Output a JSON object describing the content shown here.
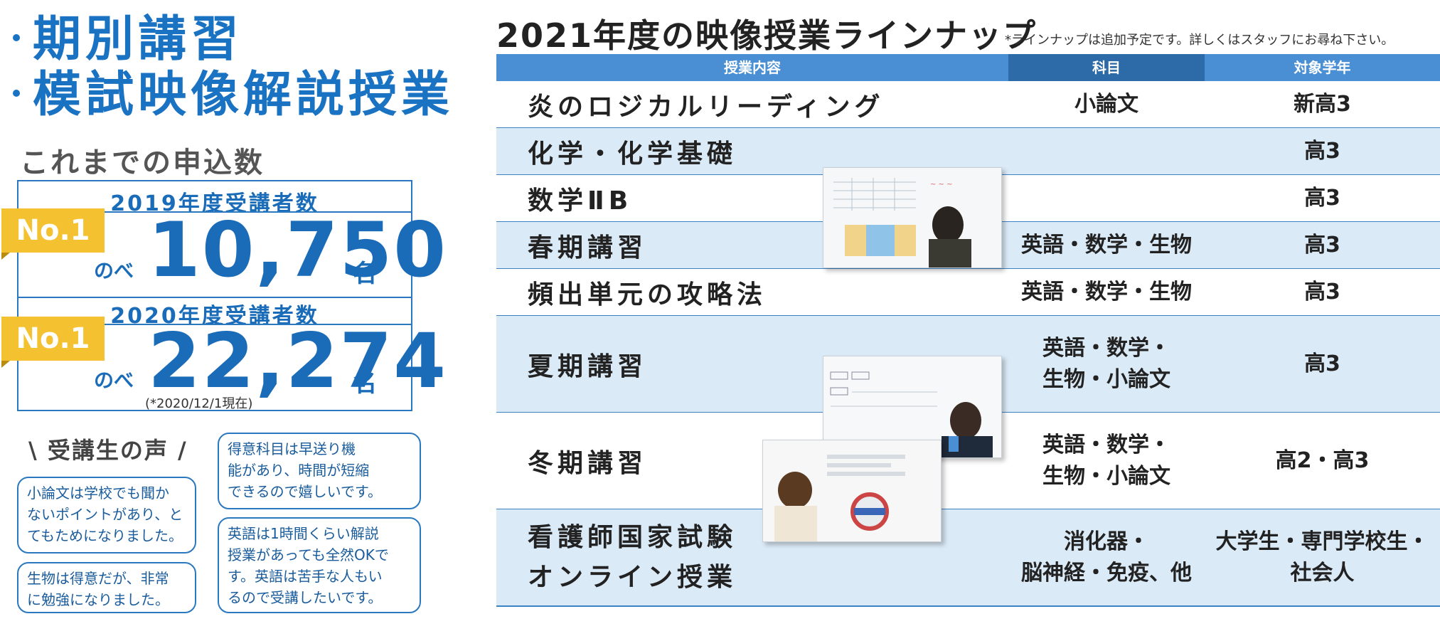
{
  "headlines": [
    "期別講習",
    "模試映像解説授業"
  ],
  "applications_heading": "これまでの申込数",
  "stats": [
    {
      "label": "2019年度受講者数",
      "badge": "No.1",
      "prefix": "のべ",
      "number": "10,750",
      "suffix": "名",
      "note": ""
    },
    {
      "label": "2020年度受講者数",
      "badge": "No.1",
      "prefix": "のべ",
      "number": "22,274",
      "suffix": "名",
      "note": "(*2020/12/1現在)"
    }
  ],
  "voices": {
    "title": "受講生の声",
    "items": [
      "小論文は学校でも聞か\nないポイントがあり、と\nてもためになりました。",
      "生物は得意だが、非常\nに勉強になりました。",
      "得意科目は早送り機\n能があり、時間が短縮\nできるので嬉しいです。",
      "英語は1時間くらい解説\n授業があっても全然OKで\nす。英語は苦手な人もい\nるので受講したいです。"
    ]
  },
  "lineup": {
    "title": "2021年度の映像授業ラインナップ",
    "note": "*ラインナップは追加予定です。詳しくはスタッフにお尋ね下さい。",
    "headers": [
      "授業内容",
      "科目",
      "対象学年"
    ],
    "rows": [
      {
        "course": "炎のロジカルリーディング",
        "subject": "小論文",
        "grade": "新高3"
      },
      {
        "course": "化学・化学基礎",
        "subject": "",
        "grade": "高3"
      },
      {
        "course": "数学ⅡB",
        "subject": "",
        "grade": "高3"
      },
      {
        "course": "春期講習",
        "subject": "英語・数学・生物",
        "grade": "高3"
      },
      {
        "course": "頻出単元の攻略法",
        "subject": "英語・数学・生物",
        "grade": "高3"
      },
      {
        "course": "夏期講習",
        "subject": "英語・数学・\n生物・小論文",
        "grade": "高3"
      },
      {
        "course": "冬期講習",
        "subject": "英語・数学・\n生物・小論文",
        "grade": "高2・高3"
      },
      {
        "course": "看護師国家試験",
        "course_line2": "オンライン授業",
        "subject": "消化器・\n脳神経・免疫、他",
        "grade": "大学生・専門学校生・\n社会人"
      }
    ]
  },
  "colors": {
    "brand_blue": "#1a72c3",
    "header_blue": "#4a8fd4",
    "header_dark": "#2d6aa8",
    "row_tint": "#dbeaf7",
    "badge_yellow": "#f4c230"
  }
}
